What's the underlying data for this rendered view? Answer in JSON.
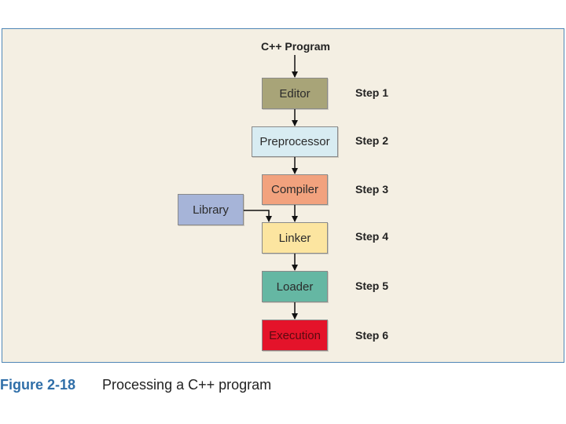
{
  "program_label": "C++ Program",
  "nodes": {
    "editor": "Editor",
    "preprocessor": "Preprocessor",
    "compiler": "Compiler",
    "linker": "Linker",
    "loader": "Loader",
    "execution": "Execution",
    "library": "Library"
  },
  "steps": [
    "Step 1",
    "Step 2",
    "Step 3",
    "Step 4",
    "Step 5",
    "Step 6"
  ],
  "colors": {
    "editor": "#a8a478",
    "preprocessor": "#d8ecf2",
    "compiler": "#f2a27e",
    "linker": "#fce5a0",
    "loader": "#65b7a3",
    "execution": "#e4132a",
    "library": "#a6b4d8"
  },
  "caption": {
    "number": "Figure 2-18",
    "text": "Processing a C++ program"
  }
}
